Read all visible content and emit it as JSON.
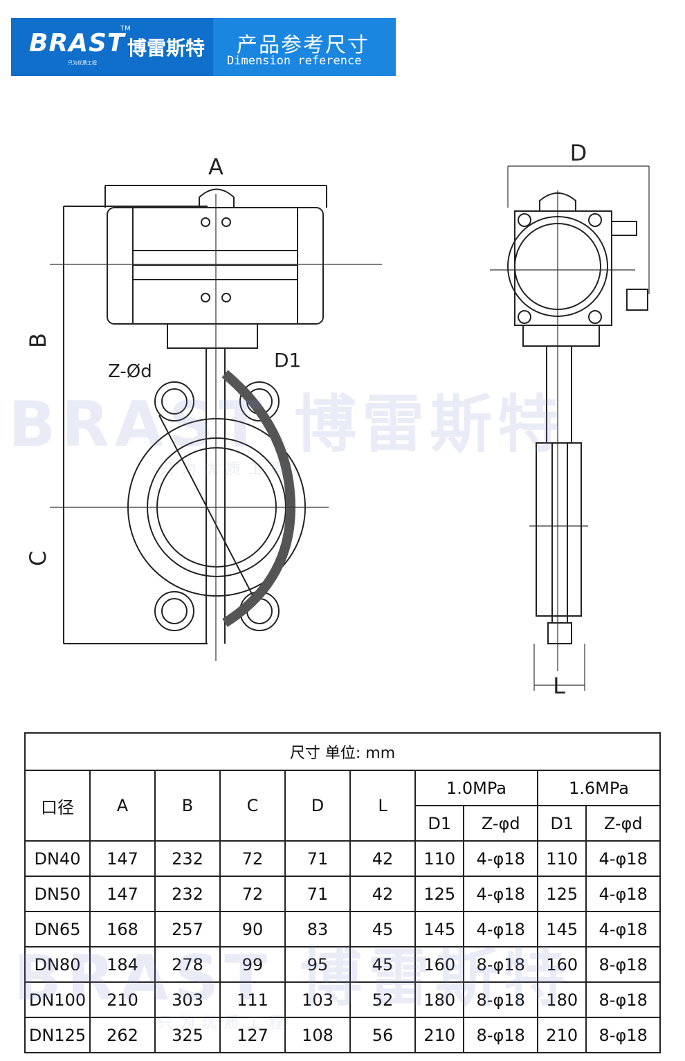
{
  "header": {
    "brand_en": "BRAST",
    "tm": "TM",
    "brand_cn": "博雷斯特",
    "slogan": "只为优质工程",
    "title_cn": "产品参考尺寸",
    "title_en": "Dimension reference"
  },
  "drawing": {
    "labels": {
      "A": "A",
      "B": "B",
      "C": "C",
      "D": "D",
      "L": "L",
      "Z": "Z-Ød",
      "D1": "D1"
    }
  },
  "watermark": {
    "text": "BRAST 博雷斯特",
    "sub": "只为优质工程"
  },
  "table": {
    "caption": "尺寸    单位: mm",
    "columns": [
      "口径",
      "A",
      "B",
      "C",
      "D",
      "L"
    ],
    "pressure_groups": [
      "1.0MPa",
      "1.6MPa"
    ],
    "sub_columns": [
      "D1",
      "Z-φd",
      "D1",
      "Z-φd"
    ],
    "rows": [
      [
        "DN40",
        "147",
        "232",
        "72",
        "71",
        "42",
        "110",
        "4-φ18",
        "110",
        "4-φ18"
      ],
      [
        "DN50",
        "147",
        "232",
        "72",
        "71",
        "42",
        "125",
        "4-φ18",
        "125",
        "4-φ18"
      ],
      [
        "DN65",
        "168",
        "257",
        "90",
        "83",
        "45",
        "145",
        "4-φ18",
        "145",
        "4-φ18"
      ],
      [
        "DN80",
        "184",
        "278",
        "99",
        "95",
        "45",
        "160",
        "8-φ18",
        "160",
        "8-φ18"
      ],
      [
        "DN100",
        "210",
        "303",
        "111",
        "103",
        "52",
        "180",
        "8-φ18",
        "180",
        "8-φ18"
      ],
      [
        "DN125",
        "262",
        "325",
        "127",
        "108",
        "56",
        "210",
        "8-φ18",
        "210",
        "8-φ18"
      ]
    ]
  }
}
